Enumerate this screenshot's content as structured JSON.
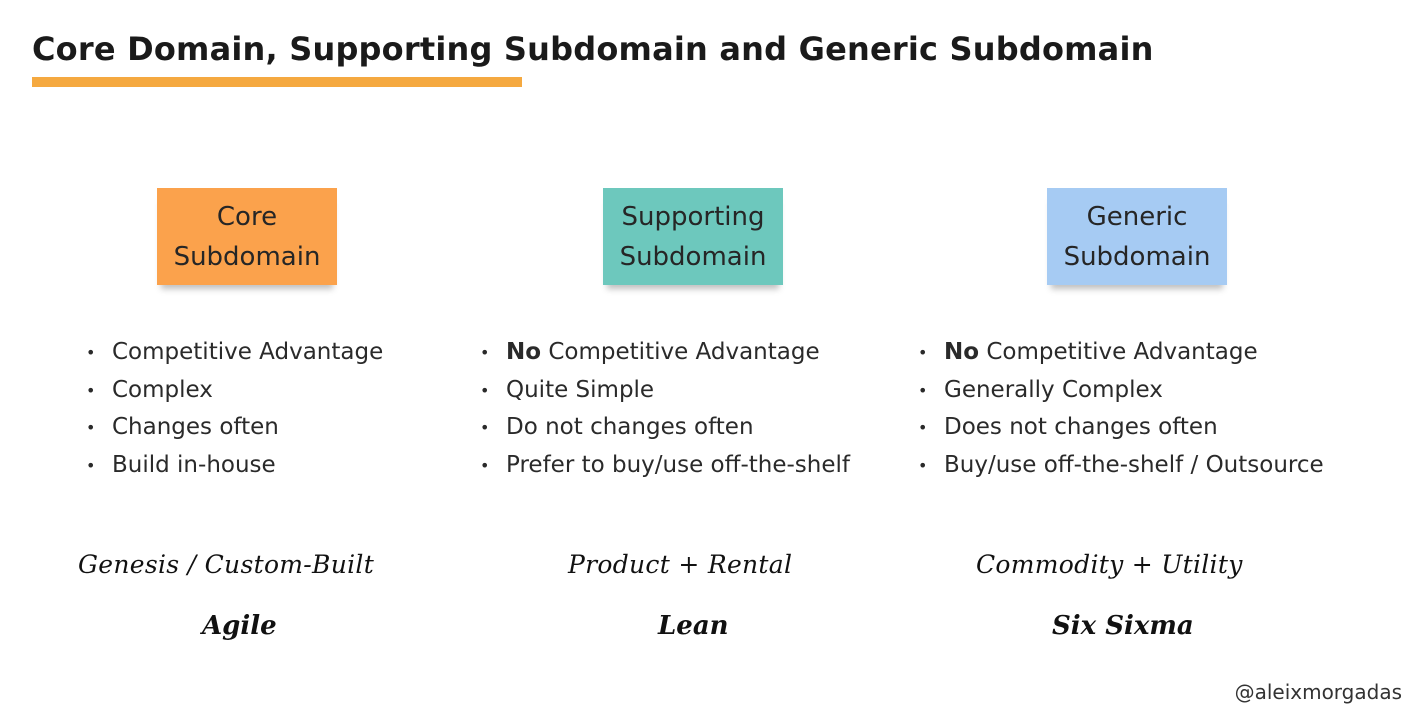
{
  "title": "Core Domain, Supporting Subdomain and Generic Subdomain",
  "colors": {
    "accent_underline": "#f5a940",
    "core_sticky": "#fba24c",
    "supporting_sticky": "#6dc8bd",
    "generic_sticky": "#a6cbf3"
  },
  "columns": [
    {
      "sticky": {
        "line1": "Core",
        "line2": "Subdomain"
      },
      "bullets": [
        {
          "bold": "",
          "text": "Competitive Advantage"
        },
        {
          "bold": "",
          "text": "Complex"
        },
        {
          "bold": "",
          "text": "Changes often"
        },
        {
          "bold": "",
          "text": "Build in-house"
        }
      ],
      "model": "Genesis / Custom-Built",
      "method": "Agile"
    },
    {
      "sticky": {
        "line1": "Supporting",
        "line2": "Subdomain"
      },
      "bullets": [
        {
          "bold": "No",
          "text": " Competitive Advantage"
        },
        {
          "bold": "",
          "text": "Quite Simple"
        },
        {
          "bold": "",
          "text": "Do not changes often"
        },
        {
          "bold": "",
          "text": "Prefer to buy/use off-the-shelf"
        }
      ],
      "model": "Product + Rental",
      "method": "Lean"
    },
    {
      "sticky": {
        "line1": "Generic",
        "line2": "Subdomain"
      },
      "bullets": [
        {
          "bold": "No",
          "text": " Competitive Advantage"
        },
        {
          "bold": "",
          "text": "Generally Complex"
        },
        {
          "bold": "",
          "text": "Does not changes often"
        },
        {
          "bold": "",
          "text": "Buy/use off-the-shelf / Outsource"
        }
      ],
      "model": "Commodity + Utility",
      "method": "Six Sixma"
    }
  ],
  "credit": "@aleixmorgadas"
}
